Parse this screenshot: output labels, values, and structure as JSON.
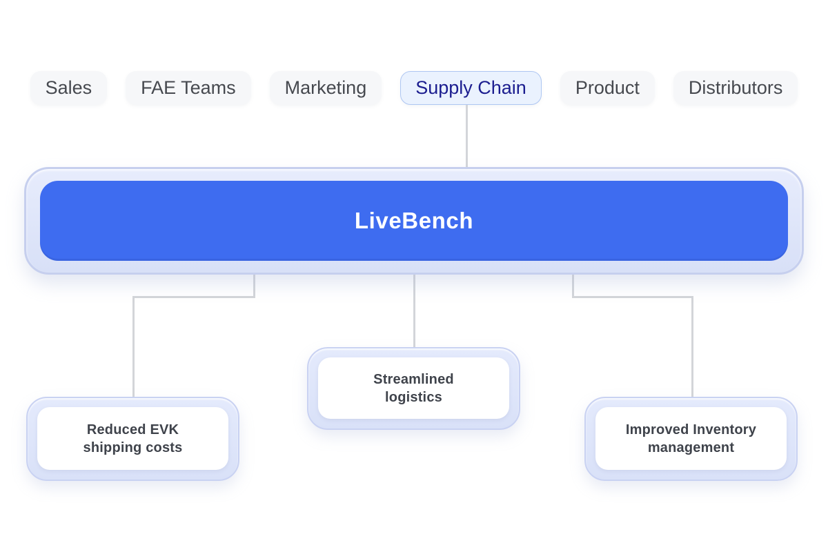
{
  "tabs": [
    {
      "label": "Sales",
      "selected": false
    },
    {
      "label": "FAE Teams",
      "selected": false
    },
    {
      "label": "Marketing",
      "selected": false
    },
    {
      "label": "Supply Chain",
      "selected": true
    },
    {
      "label": "Product",
      "selected": false
    },
    {
      "label": "Distributors",
      "selected": false
    }
  ],
  "root": {
    "label": "LiveBench"
  },
  "children": [
    {
      "label": "Reduced EVK shipping costs",
      "lines": [
        "Reduced EVK",
        "shipping costs"
      ]
    },
    {
      "label": "Streamlined logistics",
      "lines": [
        "Streamlined",
        "logistics"
      ]
    },
    {
      "label": "Improved Inventory management",
      "lines": [
        "Improved Inventory",
        "management"
      ]
    }
  ],
  "colors": {
    "accent_blue": "#3e6cf0",
    "root_text": "#ffffff",
    "tab_bg": "#f6f7f9",
    "tab_text": "#46494f",
    "selected_tab_bg": "#eaf2fe",
    "selected_tab_border": "#aec6f2",
    "selected_tab_text": "#1b1d8f",
    "node_shell": "#dde4fa",
    "node_shell_border": "#c6cfee",
    "child_bg": "#ffffff",
    "child_text": "#3f434b",
    "connector": "#d3d5d9"
  }
}
